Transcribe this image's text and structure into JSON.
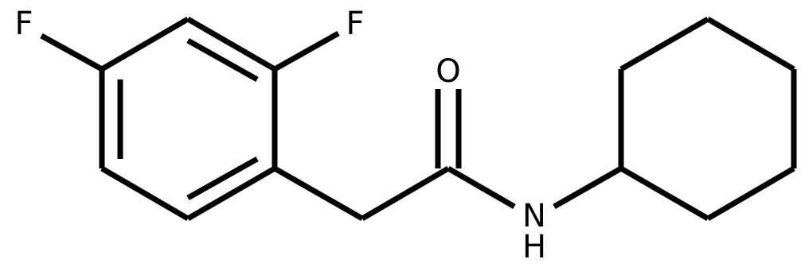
{
  "molecule": {
    "atoms": {
      "F_left": "F",
      "F_ortho": "F",
      "O_carbonyl": "O",
      "N_amide": "N",
      "H_amide": "H"
    },
    "colors": {
      "bond": "#000000",
      "label": "#000000",
      "background": "#ffffff"
    }
  }
}
